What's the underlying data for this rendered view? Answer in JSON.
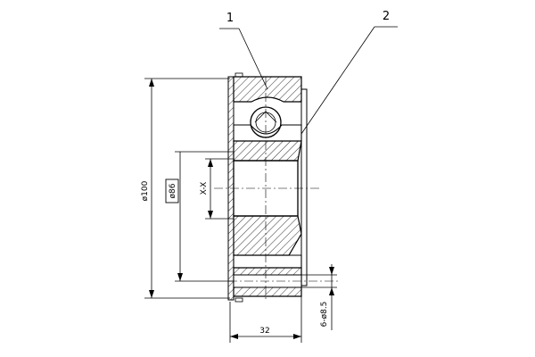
{
  "drawing": {
    "callouts": [
      {
        "id": "1",
        "label": "1"
      },
      {
        "id": "2",
        "label": "2"
      }
    ],
    "dimensions": {
      "outer_diameter": "ø100",
      "inner_diameter": "ø86",
      "section": "X-X",
      "width": "32",
      "holes": "6-ø8.5"
    }
  }
}
